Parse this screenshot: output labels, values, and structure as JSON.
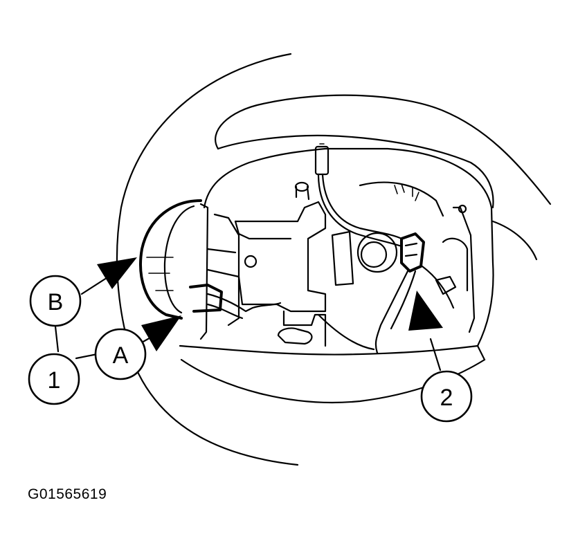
{
  "callouts": {
    "b": "B",
    "a": "A",
    "one": "1",
    "two": "2"
  },
  "figure_id": "G01565619",
  "colors": {
    "ink": "#000000",
    "background": "#ffffff"
  }
}
